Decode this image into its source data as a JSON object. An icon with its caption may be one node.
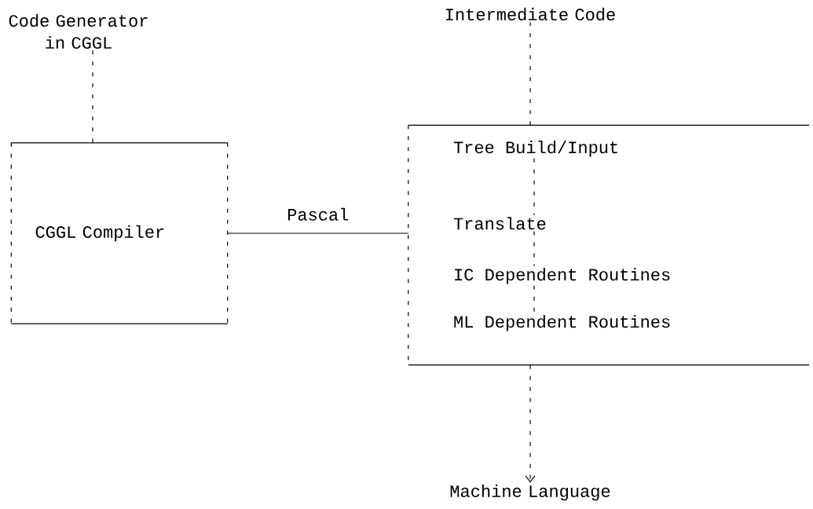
{
  "diagram": {
    "nodes": [
      {
        "text": [
          "Code Generator in CGGL"
        ]
      },
      {
        "text": [
          "CGGL Compiler"
        ]
      },
      {
        "text": [
          "Intermediate Code"
        ]
      },
      {
        "text": [],
        "shape": "box"
      },
      {
        "text": [
          "Tree Build/Input"
        ],
        "in": 3
      },
      {
        "text": [
          "Translate"
        ],
        "in": 3
      },
      {
        "text": [
          "IC Dependent Routines"
        ],
        "in": 3
      },
      {
        "text": [
          "ML Dependent Routines"
        ],
        "in": 3
      },
      {
        "text": [
          "Machine Language"
        ]
      }
    ],
    "edges": [
      {
        "from": 0,
        "to": 1,
        "arrow": "none",
        "style": "dashed"
      },
      {
        "from": 2,
        "to": 3,
        "arrow": "none",
        "style": "dashed"
      },
      {
        "from": 1,
        "to": 3,
        "arrow": "none",
        "label": "Pascal"
      },
      {
        "from": 4,
        "to": 5,
        "arrow": "none",
        "style": "dashed"
      },
      {
        "from": 5,
        "to": 6,
        "arrow": "none",
        "style": "dashed"
      },
      {
        "from": 6,
        "to": 7,
        "arrow": "none",
        "style": "dashed"
      },
      {
        "from": 3,
        "to": 8,
        "arrow": "to",
        "style": "dashed"
      }
    ]
  }
}
